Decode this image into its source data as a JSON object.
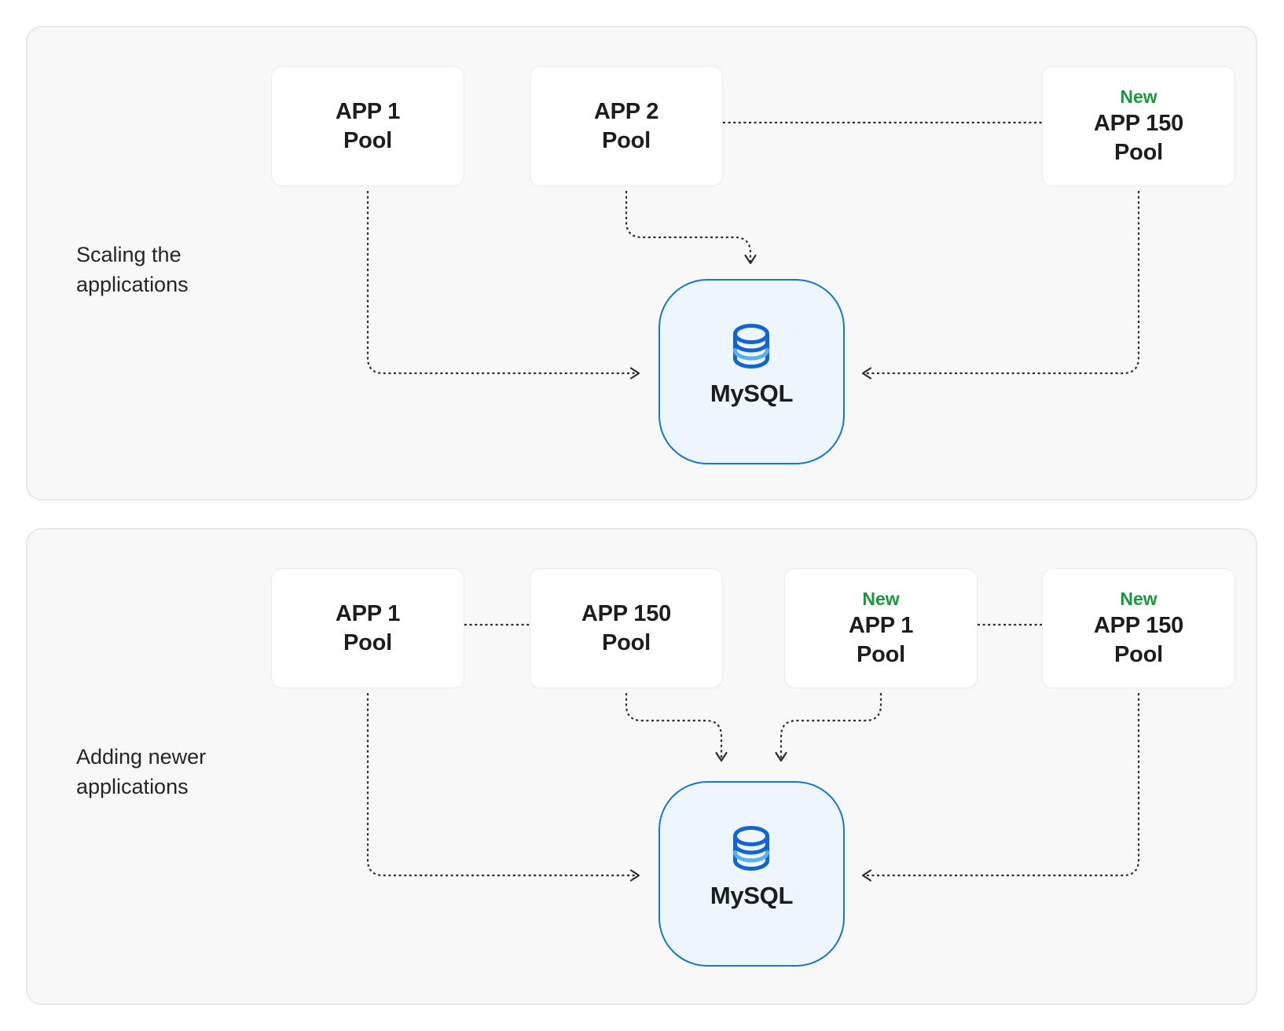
{
  "theme": {
    "panel_bg": "#f8f8f9",
    "panel_border": "#e9e9eb",
    "card_border": "#ececee",
    "connector": "#2b2d2f",
    "new_green": "#17993a",
    "accent_blue": "#1a74d6",
    "db_fill": "#edf6fd",
    "db_icon_dark": "#1363d2",
    "db_icon_light": "#58b0f1",
    "title_color": "#1c1d20",
    "label_color": "#232529"
  },
  "panel1": {
    "label": [
      "Scaling the",
      "applications"
    ],
    "boxes": [
      {
        "line1": "APP 1",
        "line2": "Pool"
      },
      {
        "line1": "APP 2",
        "line2": "Pool"
      },
      {
        "badge": "New",
        "line1": "APP 150",
        "line2": "Pool"
      }
    ],
    "db_label": "MySQL"
  },
  "panel2": {
    "label": [
      "Adding newer",
      "applications"
    ],
    "boxes": [
      {
        "line1": "APP 1",
        "line2": "Pool"
      },
      {
        "line1": "APP 150",
        "line2": "Pool"
      },
      {
        "badge": "New",
        "line1": "APP 1",
        "line2": "Pool"
      },
      {
        "badge": "New",
        "line1": "APP 150",
        "line2": "Pool"
      }
    ],
    "db_label": "MySQL"
  }
}
